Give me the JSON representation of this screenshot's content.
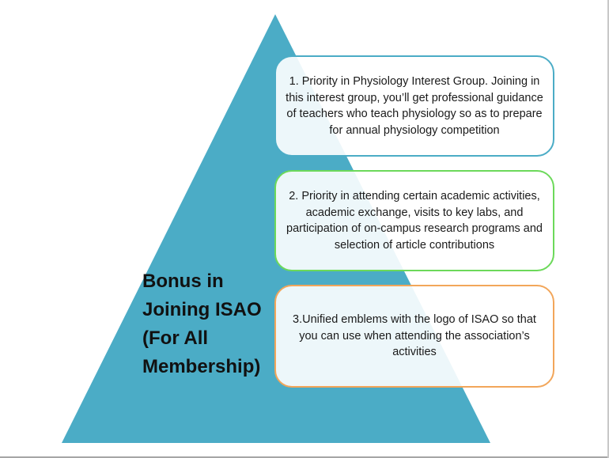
{
  "diagram": {
    "label": "Bonus in Joining ISAO (For All Membership)",
    "colors": {
      "pyramid": "#4bacc6",
      "box_1_border": "#4bacc6",
      "box_2_border": "#6cd95a",
      "box_3_border": "#f2a65a"
    },
    "benefits": [
      {
        "text": "1. Priority in Physiology Interest Group. Joining in this interest group, you’ll get professional guidance of teachers who teach physiology so as to prepare for annual physiology competition"
      },
      {
        "text": "2. Priority in attending certain academic activities, academic exchange, visits to key labs, and participation of on-campus research programs and selection of article contributions"
      },
      {
        "text": "3.Unified emblems with the logo of ISAO so that you can use when attending the association’s activities"
      }
    ]
  }
}
